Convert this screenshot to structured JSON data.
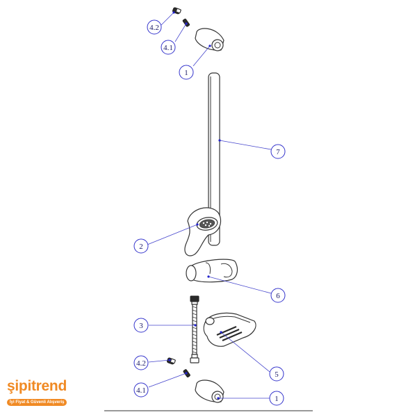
{
  "callouts": [
    {
      "label": "4.2"
    },
    {
      "label": "4.1"
    },
    {
      "label": "1"
    },
    {
      "label": "7"
    },
    {
      "label": "2"
    },
    {
      "label": "6"
    },
    {
      "label": "3"
    },
    {
      "label": "5"
    },
    {
      "label": "4.2"
    },
    {
      "label": "4.1"
    },
    {
      "label": "1"
    }
  ],
  "logo": {
    "name": "şipitrend",
    "tagline": "İyi Fiyat & Güvenli Alışveriş"
  },
  "colors": {
    "callout_stroke": "#3333cc",
    "brand_orange": "#f08a24"
  }
}
